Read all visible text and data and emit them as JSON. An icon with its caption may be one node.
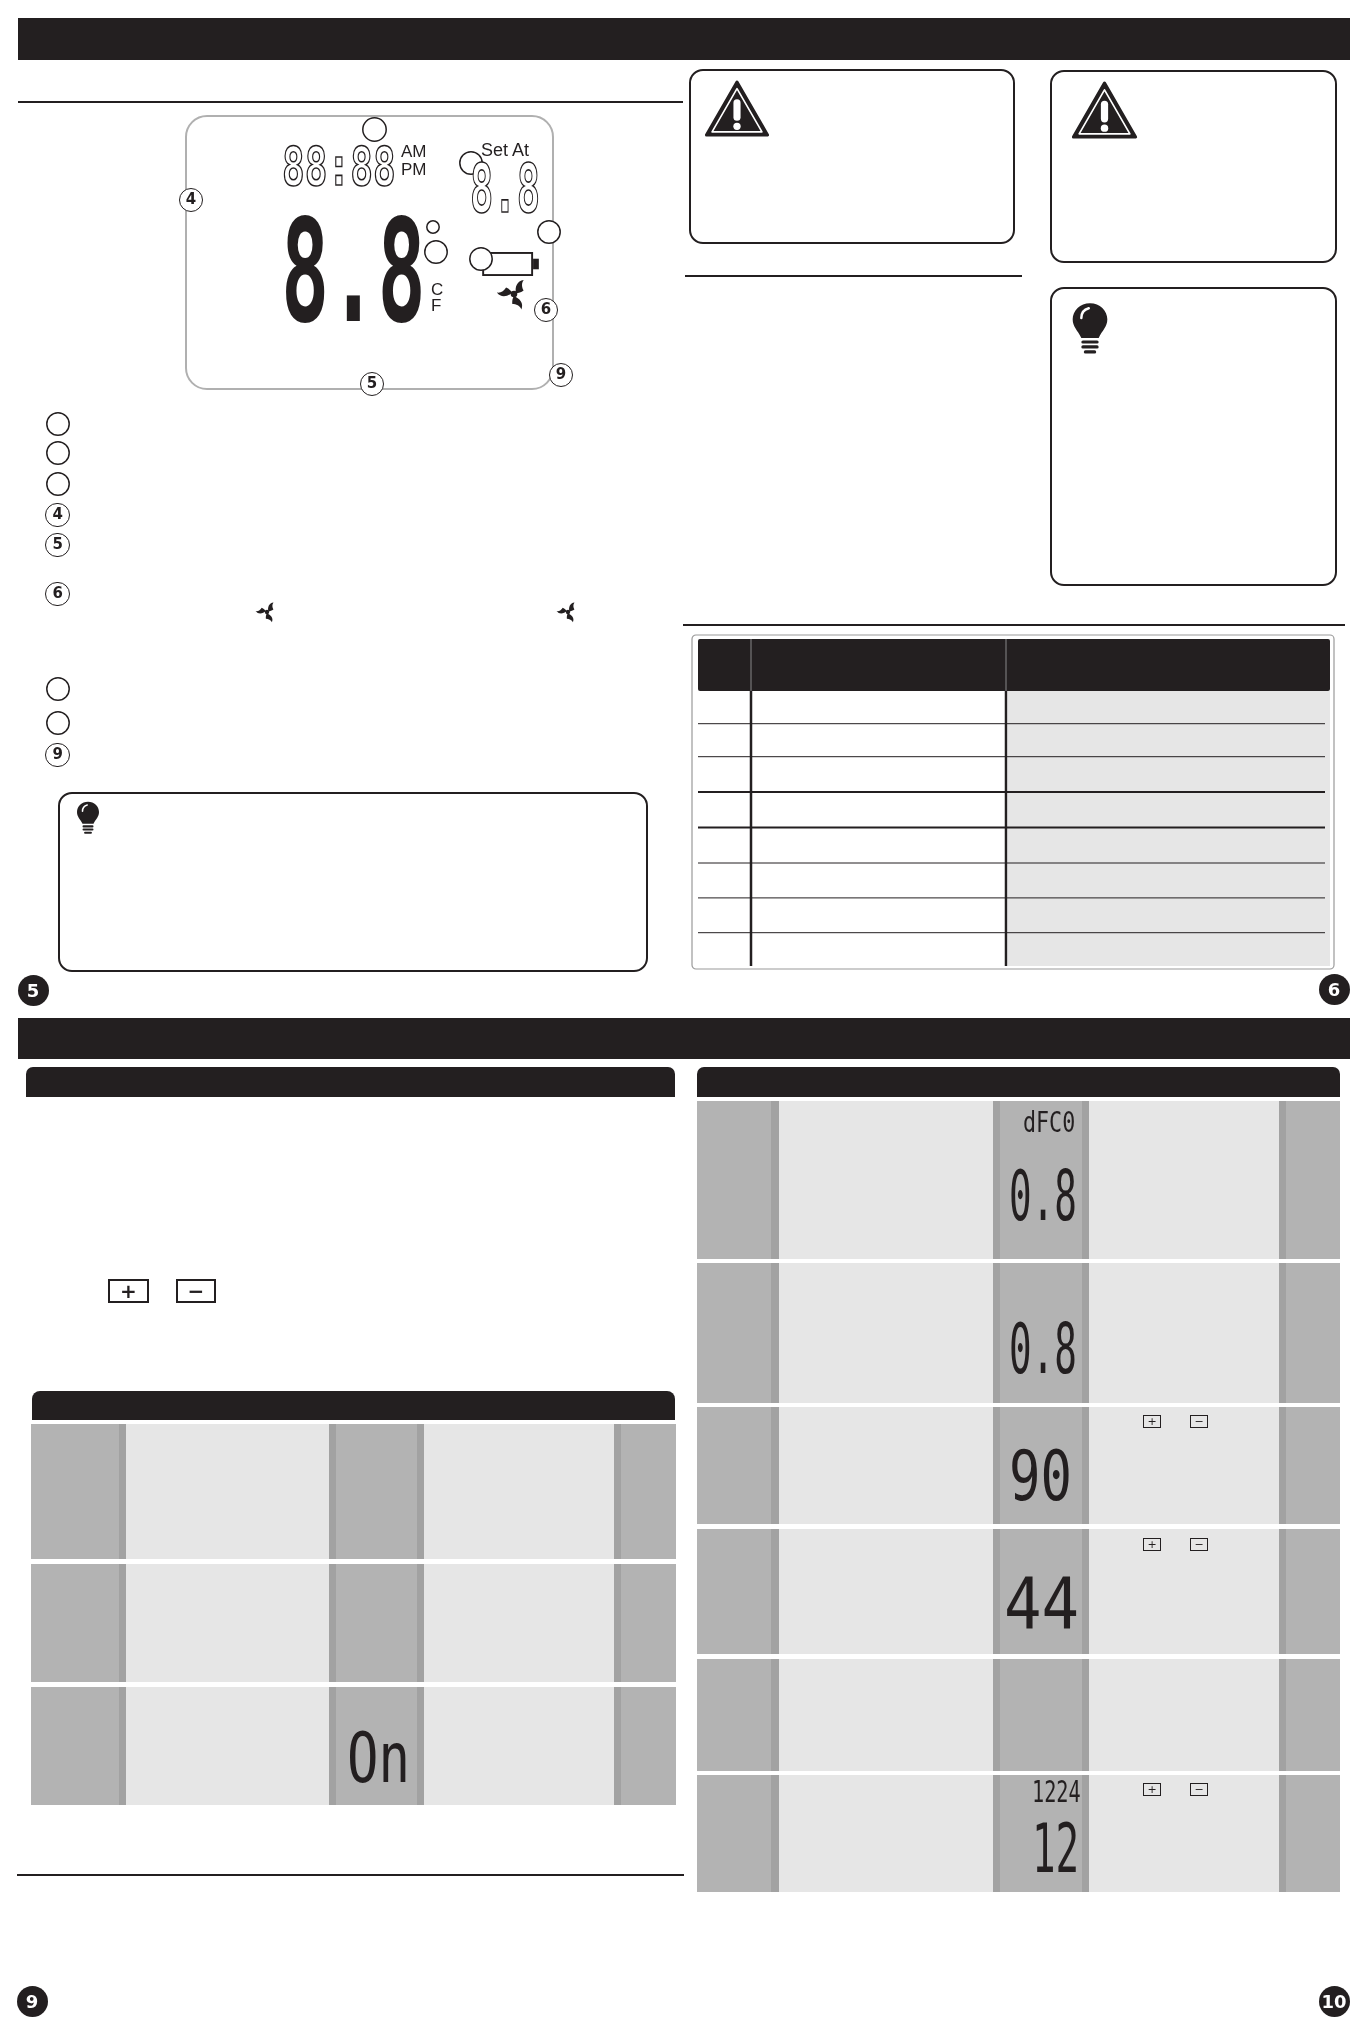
{
  "diagram": {
    "labels": [
      "88:88",
      "AM",
      "PM",
      "Set At",
      "8.8",
      "4",
      "8.8",
      "C",
      "F",
      "6",
      "9",
      "5",
      "4",
      "5",
      "6",
      "9",
      "5",
      "6",
      "+",
      "−",
      "On",
      "9",
      "dFC0",
      "0.8",
      "0.8",
      "+",
      "−",
      "90",
      "+",
      "−",
      "44",
      "1224",
      "+",
      "−",
      "12",
      "10"
    ]
  }
}
